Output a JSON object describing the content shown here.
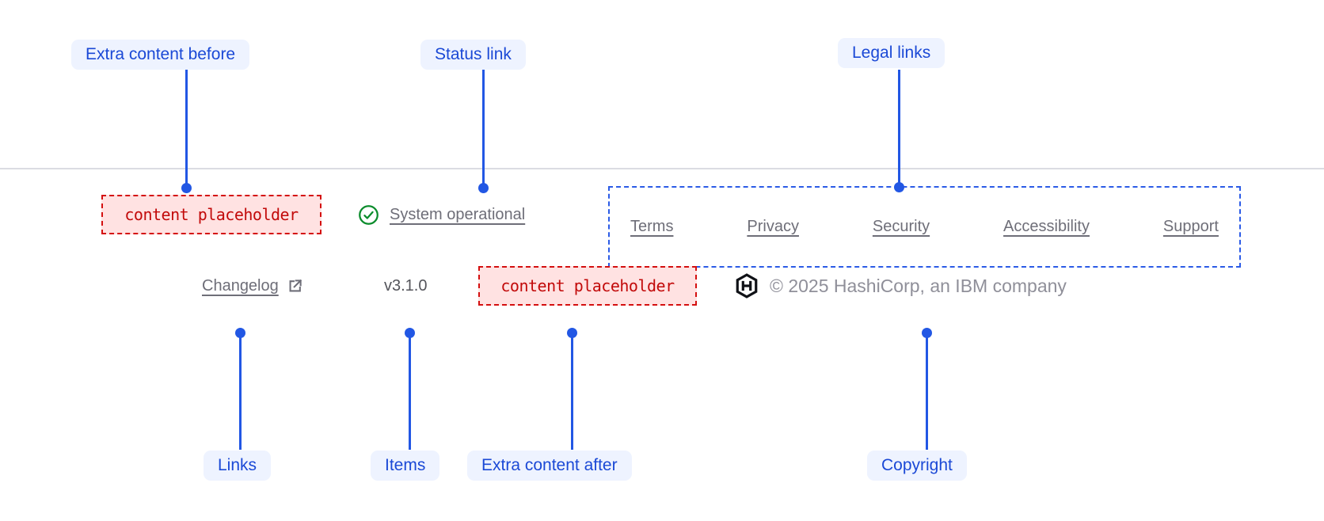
{
  "annotations": {
    "extra_content_before": "Extra content before",
    "status_link": "Status link",
    "legal_links": "Legal links",
    "links": "Links",
    "items": "Items",
    "extra_content_after": "Extra content after",
    "copyright": "Copyright"
  },
  "footer": {
    "extra_content_before_placeholder": "content placeholder",
    "status_link_label": "System operational",
    "legal_links": [
      "Terms",
      "Privacy",
      "Security",
      "Accessibility",
      "Support"
    ],
    "changelog_label": "Changelog",
    "version": "v3.1.0",
    "extra_content_after_placeholder": "content placeholder",
    "copyright_text": "© 2025 HashiCorp, an IBM company"
  },
  "icons": {
    "status": "check-circle-icon",
    "changelog": "external-link-icon",
    "brand": "hashicorp-logo-icon"
  },
  "colors": {
    "annotation_text": "#1b49d6",
    "annotation_pill_bg": "#eef3ff",
    "connector_blue": "#2257e4",
    "legal_dashed_border": "#2b5be6",
    "placeholder_text": "#c20a0a",
    "placeholder_bg": "#ffe2e2",
    "placeholder_border": "#d40f0f",
    "success_green": "#0b8c2c",
    "footer_link_gray": "#6e6e78",
    "version_gray": "#54555b",
    "copyright_gray": "#8f8f99",
    "divider_gray": "#dbdce2"
  }
}
